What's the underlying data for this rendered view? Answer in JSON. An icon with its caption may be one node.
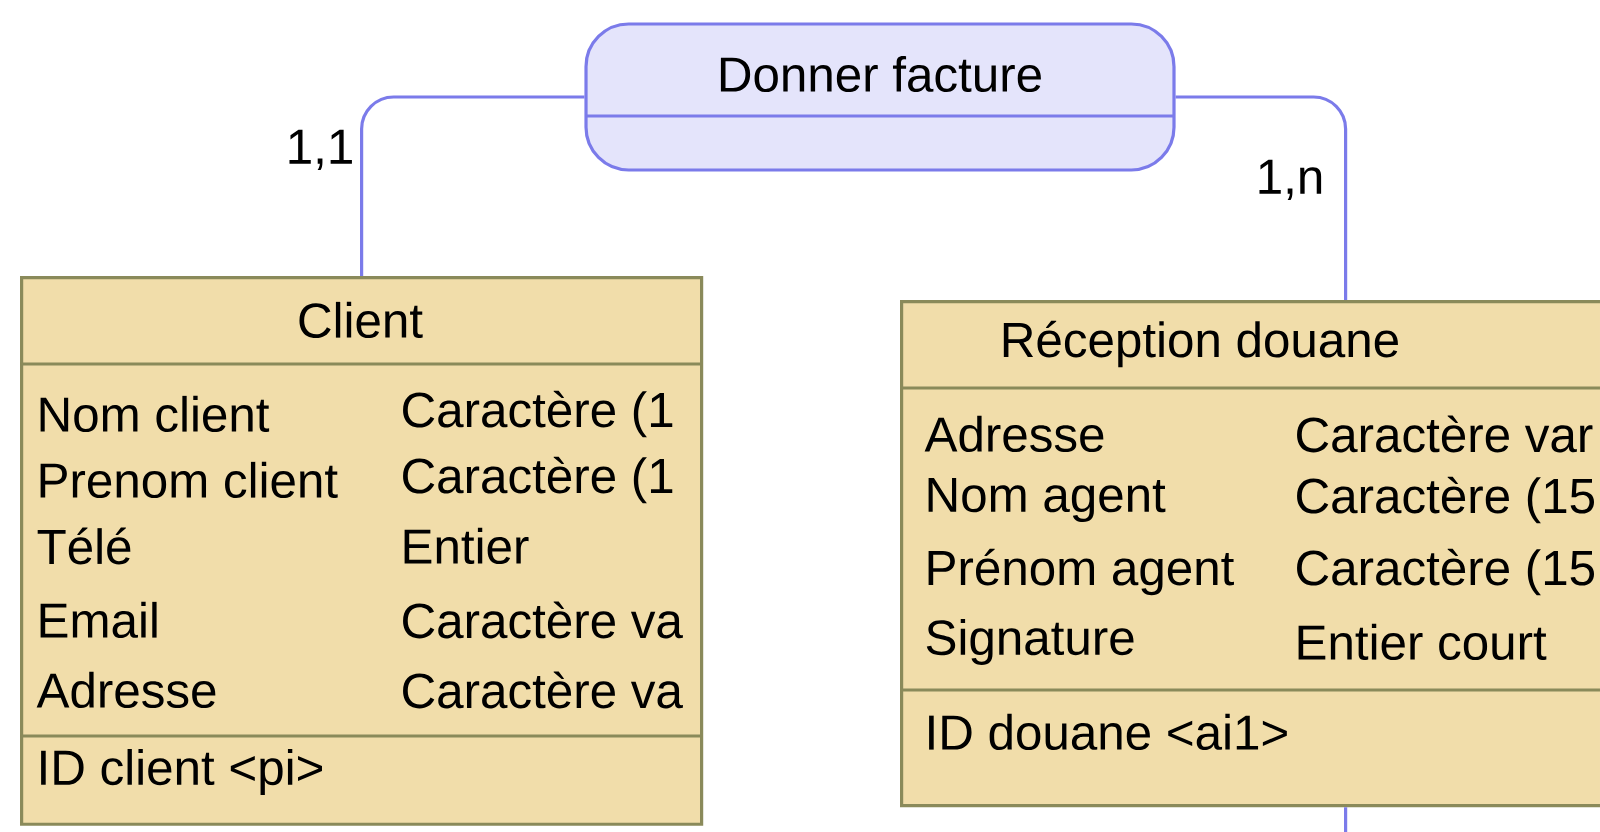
{
  "diagram": {
    "nodes": [
      {
        "text": [
          "Donner facture"
        ]
      },
      {
        "text": [
          "Client",
          "Nom client",
          "Caractère (1",
          "Prenom client",
          "Caractère (1",
          "Télé",
          "Entier",
          "Email",
          "Caractère va",
          "Adresse",
          "Caractère va",
          "ID client <pi>"
        ]
      },
      {
        "text": [
          "Réception douane",
          "Adresse",
          "Caractère var",
          "Nom agent",
          "Caractère (15",
          "Prénom agent",
          "Caractère (15",
          "Signature",
          "Entier court",
          "ID douane <ai1>"
        ]
      }
    ],
    "edges": [
      {
        "from": 0,
        "to": 1,
        "arrow": "none",
        "label": "1,1"
      },
      {
        "from": 0,
        "to": 2,
        "arrow": "none",
        "label": "1,n"
      },
      {
        "from": 2,
        "to": null,
        "arrow": "none"
      }
    ]
  }
}
